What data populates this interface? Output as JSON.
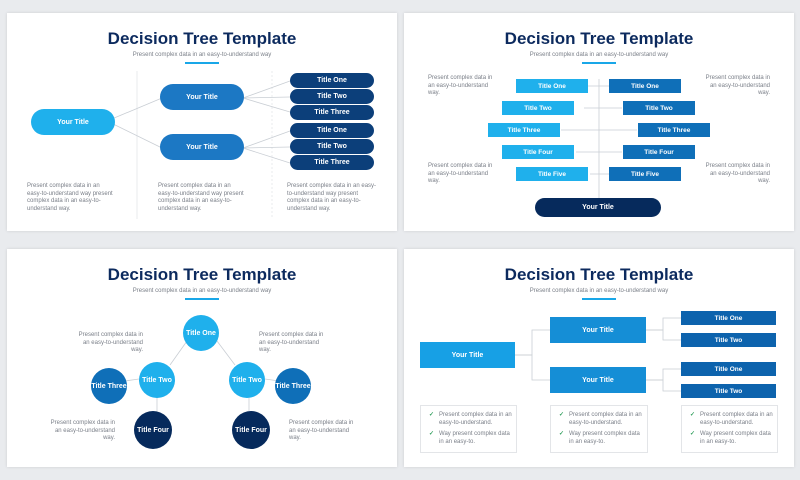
{
  "slides": [
    {
      "title": "Decision Tree Template",
      "subtitle": "Present complex data in an easy-to-understand way",
      "root": "Your Title",
      "mid": [
        "Your Title",
        "Your Title"
      ],
      "leaves": [
        "Title One",
        "Title Two",
        "Title Three",
        "Title One",
        "Title Two",
        "Title Three"
      ],
      "notes": [
        "Present complex data in an easy-to-understand way present complex data in an easy-to-understand way.",
        "Present complex data in an easy-to-understand way present complex data in an easy-to-understand way.",
        "Present complex data in an easy-to-understand way present complex data in an easy-to-understand way."
      ]
    },
    {
      "title": "Decision Tree Template",
      "subtitle": "Present complex data in an easy-to-understand way",
      "left": [
        "Title One",
        "Title Two",
        "Title Three",
        "Title Four",
        "Title Five"
      ],
      "right": [
        "Title One",
        "Title Two",
        "Title Three",
        "Title Four",
        "Title Five"
      ],
      "root": "Your Title",
      "notes": [
        "Present complex data in an easy-to-understand way.",
        "Present complex data in an easy-to-understand way.",
        "Present complex data in an easy-to-understand way.",
        "Present complex data in an easy-to-understand way."
      ]
    },
    {
      "title": "Decision Tree Template",
      "subtitle": "Present complex data in an easy-to-understand way",
      "top": "Title One",
      "left_two": "Title Two",
      "left_three": "Title Three",
      "left_four": "Title Four",
      "right_two": "Title Two",
      "right_three": "Title Three",
      "right_four": "Title Four",
      "notes": [
        "Present complex data in an easy-to-understand way.",
        "Present complex data in an easy-to-understand way.",
        "Present complex data in an easy-to-understand way.",
        "Present complex data in an easy-to-understand way."
      ]
    },
    {
      "title": "Decision Tree Template",
      "subtitle": "Present complex data in an easy-to-understand way",
      "root": "Your Title",
      "mid": [
        "Your Title",
        "Your Title"
      ],
      "leaves": [
        "Title One",
        "Title Two",
        "Title One",
        "Title Two"
      ],
      "bullet_a": "Present complex data in an easy-to-understand.",
      "bullet_b": "Way present complex data in an easy-to."
    }
  ],
  "colors": {
    "sky": "#1fb0ec",
    "mid": "#0f6fb8",
    "navy": "#0c3f7a",
    "dark": "#062a5c",
    "accent": "#19a7e8",
    "title": "#0c2a5e"
  }
}
